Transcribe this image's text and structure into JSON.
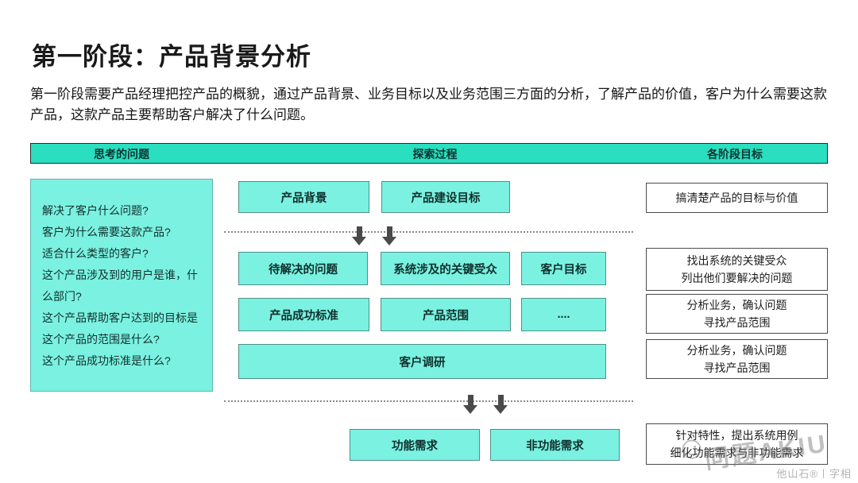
{
  "page": {
    "title": "第一阶段：产品背景分析",
    "description": "第一阶段需要产品经理把控产品的概貌，通过产品背景、业务目标以及业务范围三方面的分析，了解产品的价值，客户为什么需要这款产品，这款产品主要帮助客户解决了什么问题。"
  },
  "colors": {
    "header_teal": "#29dfc0",
    "box_aqua": "#7bf1e1",
    "teal_box_border": "#4f8f87",
    "white_box_border": "#4a4a4a",
    "arrow_gray": "#4a4a4a"
  },
  "header": {
    "columns": [
      "思考的问题",
      "探索过程",
      "各阶段目标"
    ]
  },
  "questions": {
    "items": [
      "解决了客户什么问题?",
      "客户为什么需要这款产品?",
      "适合什么类型的客户?",
      "这个产品涉及到的用户是谁，什么部门?",
      "这个产品帮助客户达到的目标是",
      "这个产品的范围是什么?",
      "这个产品成功标准是什么?"
    ]
  },
  "flow": {
    "row1": [
      "产品背景",
      "产品建设目标"
    ],
    "row2": [
      "待解决的问题",
      "系统涉及的关键受众",
      "客户目标"
    ],
    "row3": [
      "产品成功标准",
      "产品范围",
      "...."
    ],
    "row4": "客户调研",
    "row5": [
      "功能需求",
      "非功能需求"
    ]
  },
  "goals": {
    "items": [
      [
        "搞清楚产品的目标与价值"
      ],
      [
        "找出系统的关键受众",
        "列出他们要解决的问题"
      ],
      [
        "分析业务，确认问题",
        "寻找产品范围"
      ],
      [
        "分析业务，确认问题",
        "寻找产品范围"
      ],
      [
        "针对特性，提出系统用例",
        "细化功能需求与非功能需求"
      ]
    ]
  },
  "watermarks": {
    "diagonal": "问题AKIU",
    "smiley": "☺",
    "bottom": "他山石®〡字相"
  }
}
